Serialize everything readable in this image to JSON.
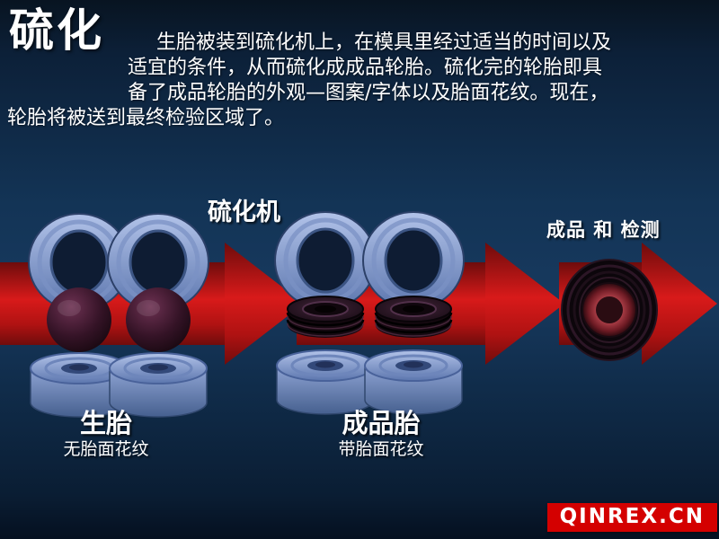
{
  "page": {
    "title": "硫化",
    "description": "生胎被装到硫化机上，在模具里经过适当的时间以及适宜的条件，从而硫化成成品轮胎。硫化完的轮胎即具备了成品轮胎的外观—图案/字体以及胎面花纹。现在，轮胎将被送到最终检验区域了。"
  },
  "diagram": {
    "machine_label": "硫化机",
    "inspection_label": "成品 和 检测",
    "stage1": {
      "label": "生胎",
      "sublabel": "无胎面花纹"
    },
    "stage2": {
      "label": "成品胎",
      "sublabel": "带胎面花纹"
    }
  },
  "branding": {
    "logo_text": "QINREX.CN"
  },
  "colors": {
    "background_mid": "#17395e",
    "arrow_red": "#d81a1a",
    "mold_blue": "#9db3e0",
    "tire_dark": "#170b13",
    "logo_red": "#d40000"
  }
}
